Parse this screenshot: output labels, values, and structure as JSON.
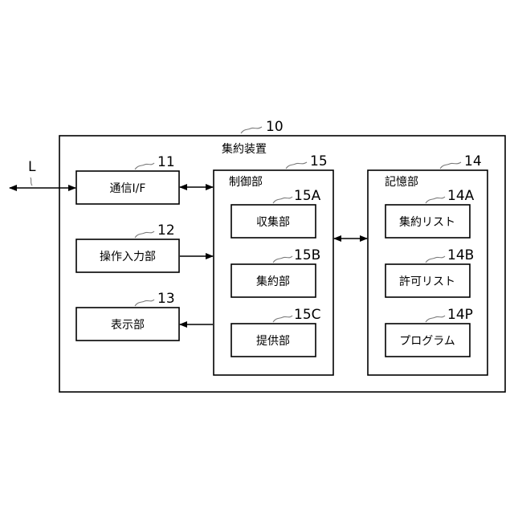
{
  "diagram": {
    "device": {
      "ref": "10",
      "label": "集約装置"
    },
    "line_label": "L",
    "comm_if": {
      "ref": "11",
      "label": "通信I/F"
    },
    "operation_input": {
      "ref": "12",
      "label": "操作入力部"
    },
    "display": {
      "ref": "13",
      "label": "表示部"
    },
    "control": {
      "ref": "15",
      "label": "制御部",
      "collection": {
        "ref": "15A",
        "label": "収集部"
      },
      "aggregation": {
        "ref": "15B",
        "label": "集約部"
      },
      "provision": {
        "ref": "15C",
        "label": "提供部"
      }
    },
    "storage": {
      "ref": "14",
      "label": "記憶部",
      "aggregation_list": {
        "ref": "14A",
        "label": "集約リスト"
      },
      "permission_list": {
        "ref": "14B",
        "label": "許可リスト"
      },
      "program": {
        "ref": "14P",
        "label": "プログラム"
      }
    }
  }
}
